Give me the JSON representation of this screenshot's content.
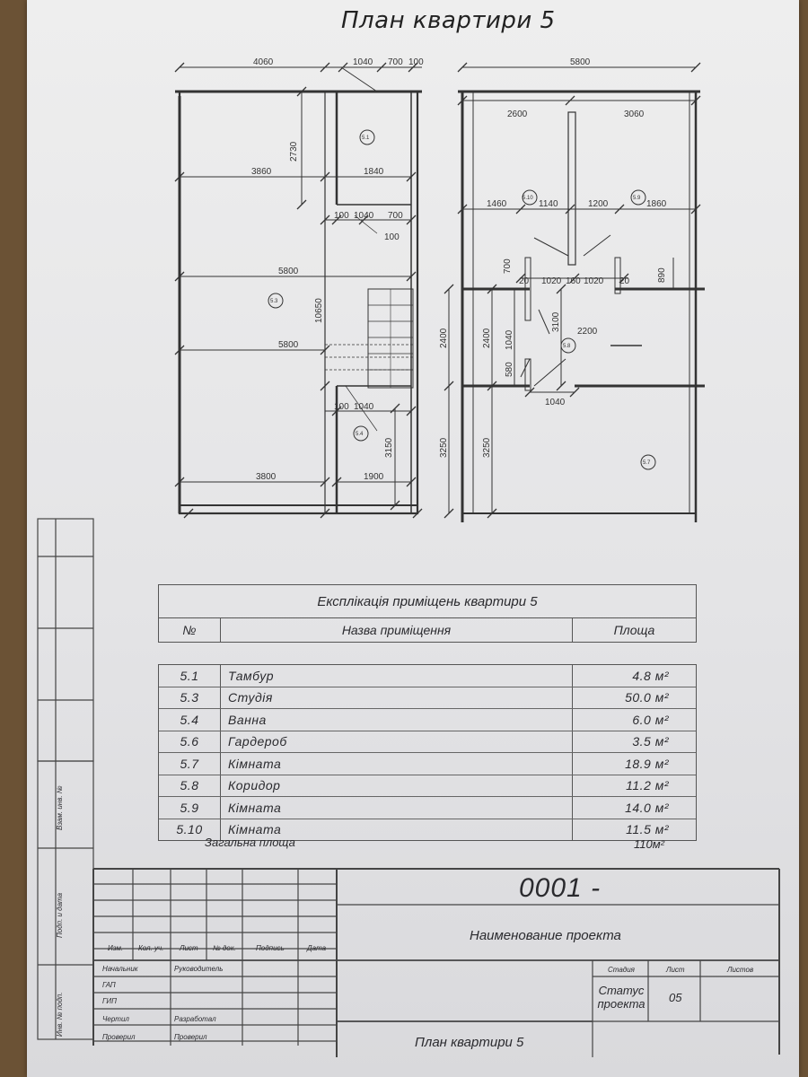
{
  "title": "План квартири 5",
  "plan": {
    "left_dims": {
      "top_a": "4060",
      "top_b": "1040",
      "top_c": "700",
      "top_d": "100",
      "d2730": "2730",
      "d3860": "3860",
      "d1840": "1840",
      "d100a": "100",
      "d1040a": "1040",
      "d700a": "700",
      "d100b": "100",
      "d5800a": "5800",
      "d10650": "10650",
      "d5800b": "5800",
      "d100c": "100",
      "d1040b": "1040",
      "d3150": "3150",
      "d3800": "3800",
      "d1900": "1900"
    },
    "right_dims": {
      "top": "5800",
      "d2600": "2600",
      "d3060": "3060",
      "d1460": "1460",
      "d1140": "1140",
      "d1200": "1200",
      "d1860": "1860",
      "d700": "700",
      "d20a": "20",
      "d1020a": "1020",
      "d160": "160",
      "d1020b": "1020",
      "d20b": "20",
      "d890": "890",
      "d3100": "3100",
      "d2200": "2200",
      "d2400a": "2400",
      "d2400b": "2400",
      "d1040a": "1040",
      "d580": "580",
      "d1040b": "1040",
      "d3250a": "3250",
      "d3250b": "3250"
    },
    "room_marks": [
      "5.1",
      "5.3",
      "5.4",
      "5.10",
      "5.9",
      "5.8",
      "5.7"
    ]
  },
  "explication": {
    "title": "Експлікація приміщень квартири 5",
    "col_no": "№",
    "col_name": "Назва приміщення",
    "col_area": "Площа",
    "rows": [
      {
        "no": "5.1",
        "name": "Тамбур",
        "area": "4.8 м²"
      },
      {
        "no": "5.3",
        "name": "Студія",
        "area": "50.0 м²"
      },
      {
        "no": "5.4",
        "name": "Ванна",
        "area": "6.0 м²"
      },
      {
        "no": "5.6",
        "name": "Гардероб",
        "area": "3.5 м²"
      },
      {
        "no": "5.7",
        "name": "Кімната",
        "area": "18.9 м²"
      },
      {
        "no": "5.8",
        "name": "Коридор",
        "area": "11.2 м²"
      },
      {
        "no": "5.9",
        "name": "Кімната",
        "area": "14.0 м²"
      },
      {
        "no": "5.10",
        "name": "Кімната",
        "area": "11.5 м²"
      }
    ],
    "total_label": "Загальна площа",
    "total_value": "110м²"
  },
  "stamp": {
    "code": "0001 -",
    "project_name": "Наименование проекта",
    "sheet_title": "План квартири 5",
    "cols": [
      "Изм.",
      "Кол. уч.",
      "Лист",
      "№ док.",
      "Подпись",
      "Дата"
    ],
    "roles": [
      "Начальник",
      "ГАП",
      "ГИП",
      "Чертил",
      "Проверил"
    ],
    "names": [
      "Руководитель",
      "Разработал",
      "Проверил"
    ],
    "stage_label": "Стадия",
    "sheet_label": "Лист",
    "sheets_label": "Листов",
    "status": "Статус проекта",
    "sheet_no": "05",
    "side_labels": [
      "Взам. инв. №",
      "Подп. и дата",
      "Инв. № подп."
    ]
  }
}
